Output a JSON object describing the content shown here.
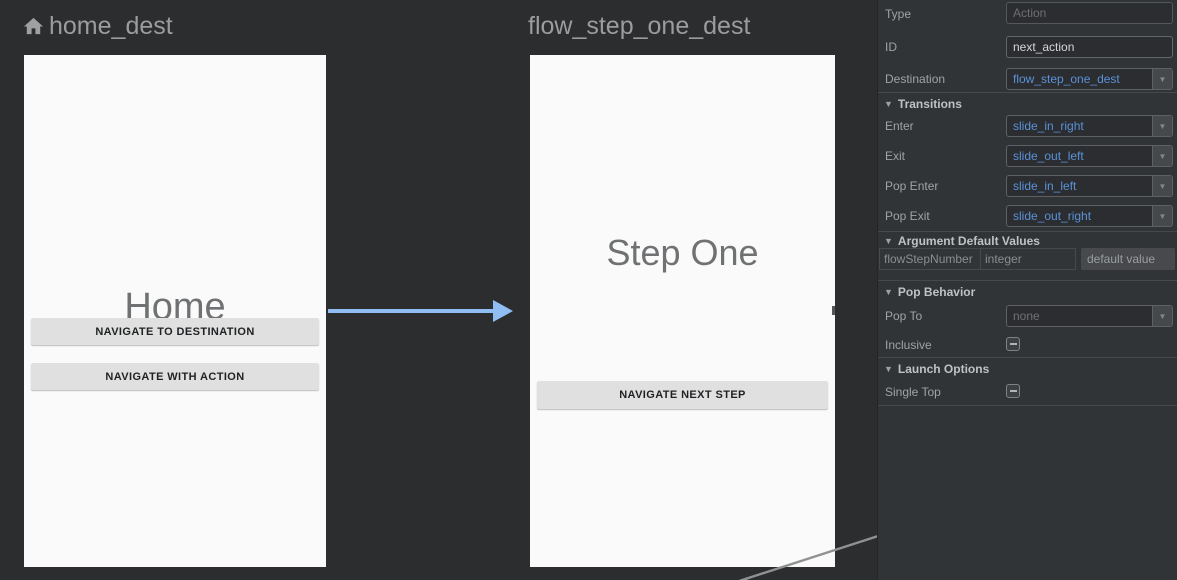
{
  "canvas": {
    "destinations": [
      {
        "header": "home_dest",
        "screen_title": "Home",
        "buttons": [
          {
            "label": "NAVIGATE TO DESTINATION"
          },
          {
            "label": "NAVIGATE WITH ACTION"
          }
        ]
      },
      {
        "header": "flow_step_one_dest",
        "screen_title": "Step One",
        "buttons": [
          {
            "label": "NAVIGATE NEXT STEP"
          }
        ]
      }
    ]
  },
  "panel": {
    "type_row": {
      "label": "Type",
      "placeholder": "Action"
    },
    "id_row": {
      "label": "ID",
      "value": "next_action"
    },
    "destination_row": {
      "label": "Destination",
      "value": "flow_step_one_dest"
    },
    "transitions": {
      "title": "Transitions",
      "rows": [
        {
          "label": "Enter",
          "value": "slide_in_right"
        },
        {
          "label": "Exit",
          "value": "slide_out_left"
        },
        {
          "label": "Pop Enter",
          "value": "slide_in_left"
        },
        {
          "label": "Pop Exit",
          "value": "slide_out_right"
        }
      ]
    },
    "argument_defaults": {
      "title": "Argument Default Values",
      "argument": {
        "name": "flowStepNumber",
        "type": "integer",
        "default_placeholder": "default value"
      }
    },
    "pop_behavior": {
      "title": "Pop Behavior",
      "pop_to": {
        "label": "Pop To",
        "value": "none"
      },
      "inclusive": {
        "label": "Inclusive",
        "state": "indeterminate"
      }
    },
    "launch_options": {
      "title": "Launch Options",
      "single_top": {
        "label": "Single Top",
        "state": "indeterminate"
      }
    }
  },
  "icons": {
    "home": "home-icon",
    "section_collapse": "triangle-down-icon",
    "combo_arrow": "chevron-down-icon"
  },
  "colors": {
    "canvas_bg": "#2b2d2f",
    "panel_bg": "#313437",
    "screen_bg": "#fafafa",
    "accent_blue": "#5a92d8",
    "arrow_blue": "#90bdf2",
    "edge_gray": "#8f9193"
  }
}
